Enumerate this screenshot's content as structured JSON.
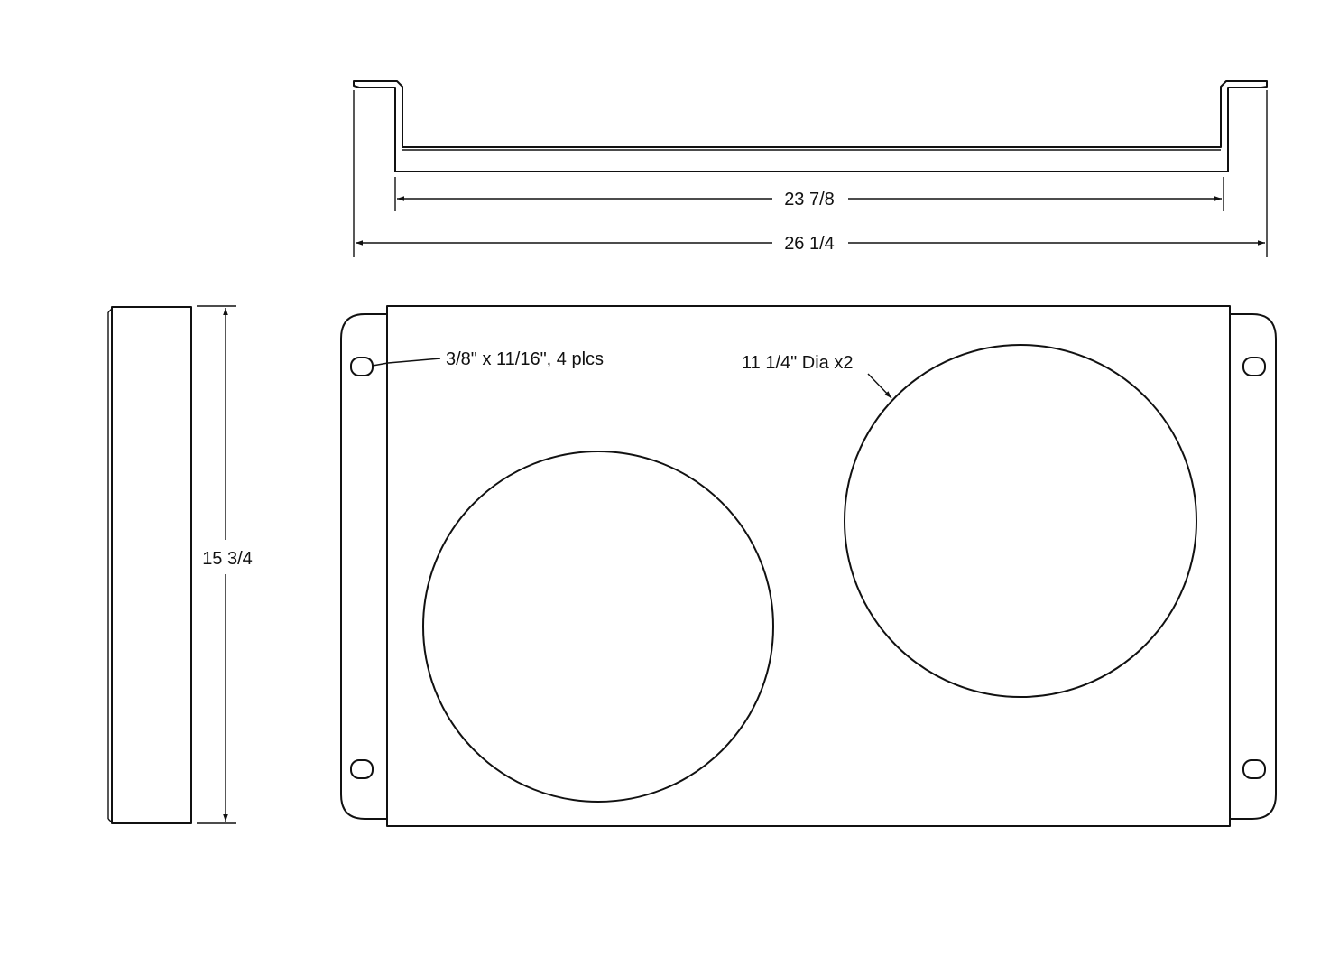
{
  "dimensions": {
    "inner_width": "23 7/8",
    "overall_width": "26 1/4",
    "height": "15 3/4"
  },
  "callouts": {
    "slots": "3/8\" x 11/16\", 4 plcs",
    "holes": "11 1/4\" Dia x2"
  },
  "colors": {
    "line": "#111111",
    "background": "#ffffff"
  }
}
